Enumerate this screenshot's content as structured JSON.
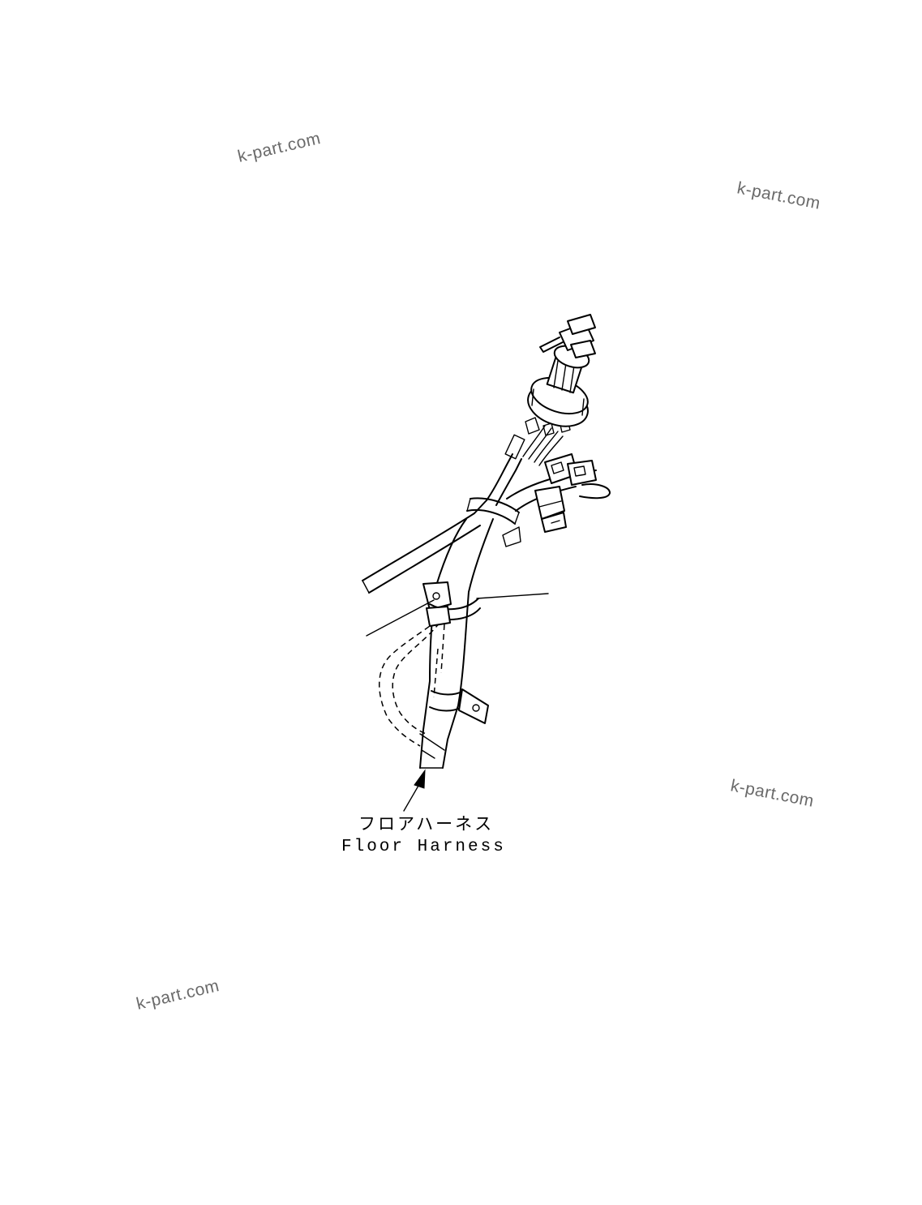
{
  "watermark": {
    "text": "k-part.com",
    "color": "#6a6a6a"
  },
  "callout": {
    "japanese": "フロアハーネス",
    "english": "Floor Harness"
  },
  "ink_color": "#000000",
  "background": "#ffffff"
}
